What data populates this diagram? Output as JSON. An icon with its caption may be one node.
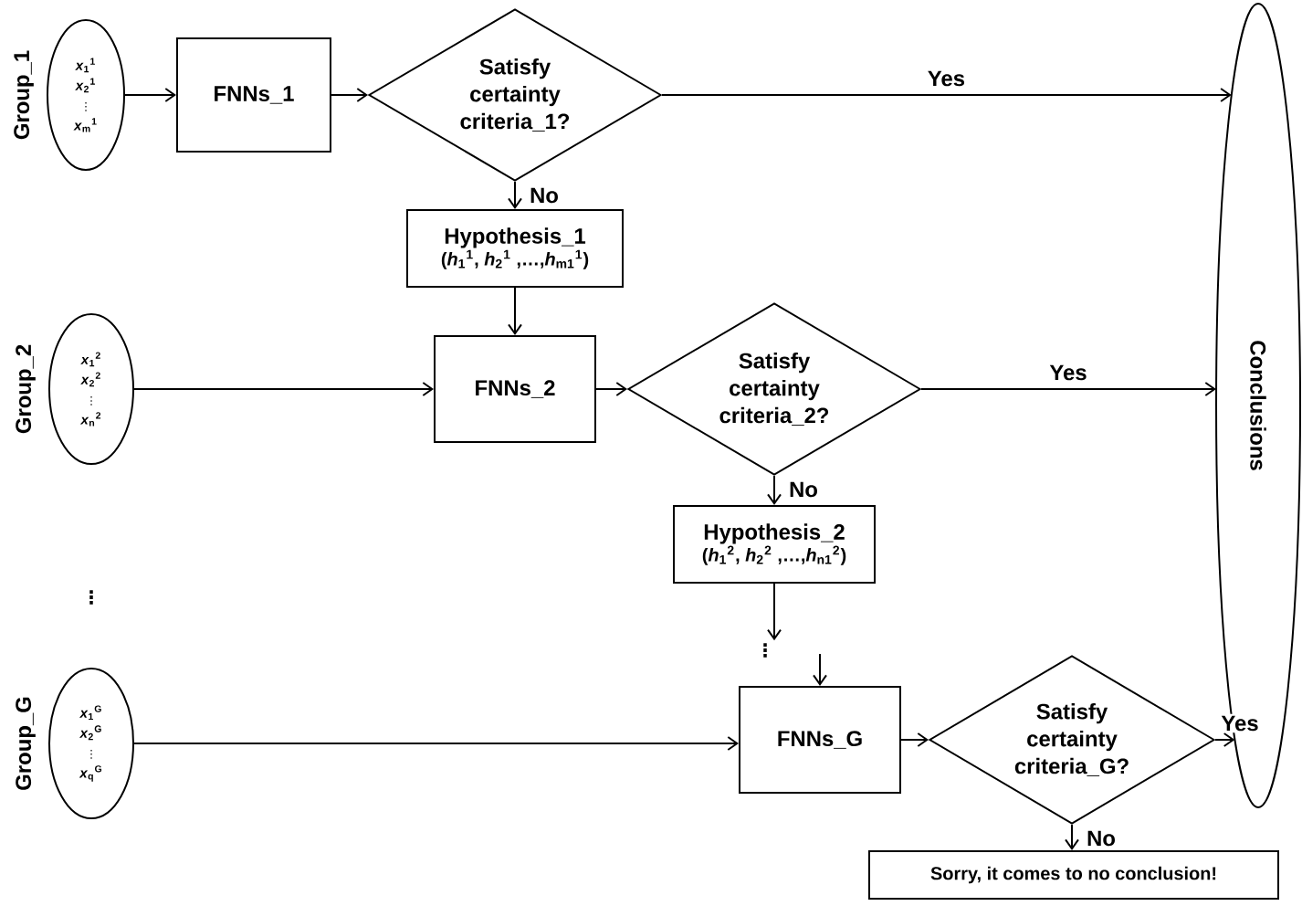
{
  "diagram": {
    "nodes": [
      {
        "text": [
          "*x*$_{1}$$^{1}$",
          "*x*$_{2}$$^{1}$",
          "⋮",
          "*x*$_{m}$$^{1}$"
        ],
        "beside": [
          "Group_1"
        ]
      },
      {
        "text": [
          "FNNs_1"
        ]
      },
      {
        "text": [
          "Satisfy certainty criteria_1?"
        ]
      },
      {
        "text": [
          "Hypothesis_1",
          "(*h*$_{1}$$^{1}$, *h*$_{2}$$^{1}$ ,…,*h*$_{m1}$$^{1}$)"
        ]
      },
      {
        "text": [
          "*x*$_{1}$$^{2}$",
          "*x*$_{2}$$^{2}$",
          "⋮",
          "*x*$_{n}$$^{2}$"
        ],
        "beside": [
          "Group_2"
        ]
      },
      {
        "text": [
          "FNNs_2"
        ]
      },
      {
        "text": [
          "Satisfy certainty criteria_2?"
        ]
      },
      {
        "text": [
          "Hypothesis_2",
          "(*h*$_{1}$$^{2}$, *h*$_{2}$$^{2}$ ,…,*h*$_{n1}$$^{2}$)"
        ]
      },
      {
        "text": [
          "*x*$_{1}$$^{G}$",
          "*x*$_{2}$$^{G}$",
          "⋮",
          "*x*$_{q}$$^{G}$"
        ],
        "beside": [
          "Group_G"
        ]
      },
      {
        "text": [
          "FNNs_G"
        ]
      },
      {
        "text": [
          "Satisfy certainty criteria_G?"
        ]
      },
      {
        "text": [
          "Sorry, it comes to no conclusion!"
        ]
      },
      {
        "text": [
          "Conclusions"
        ]
      },
      {
        "text": [
          "⋮"
        ]
      }
    ],
    "edges": [
      {
        "from": 0,
        "to": 1,
        "arrow": "to"
      },
      {
        "from": 1,
        "to": 2,
        "arrow": "to"
      },
      {
        "from": 2,
        "to": 12,
        "arrow": "to",
        "label": "Yes"
      },
      {
        "from": 2,
        "to": 3,
        "arrow": "to",
        "label": "No"
      },
      {
        "from": 3,
        "to": 5,
        "arrow": "to"
      },
      {
        "from": 4,
        "to": 5,
        "arrow": "to"
      },
      {
        "from": 5,
        "to": 6,
        "arrow": "to"
      },
      {
        "from": 6,
        "to": 12,
        "arrow": "to",
        "label": "Yes"
      },
      {
        "from": 6,
        "to": 7,
        "arrow": "to",
        "label": "No"
      },
      {
        "from": 7,
        "to": 13,
        "arrow": "to"
      },
      {
        "from": null,
        "to": 9,
        "arrow": "to"
      },
      {
        "from": 8,
        "to": 9,
        "arrow": "to"
      },
      {
        "from": 9,
        "to": 10,
        "arrow": "to"
      },
      {
        "from": 10,
        "to": 12,
        "arrow": "to",
        "label": "Yes"
      },
      {
        "from": 10,
        "to": 11,
        "arrow": "to",
        "label": "No"
      }
    ],
    "labels": [
      "⋮"
    ]
  }
}
